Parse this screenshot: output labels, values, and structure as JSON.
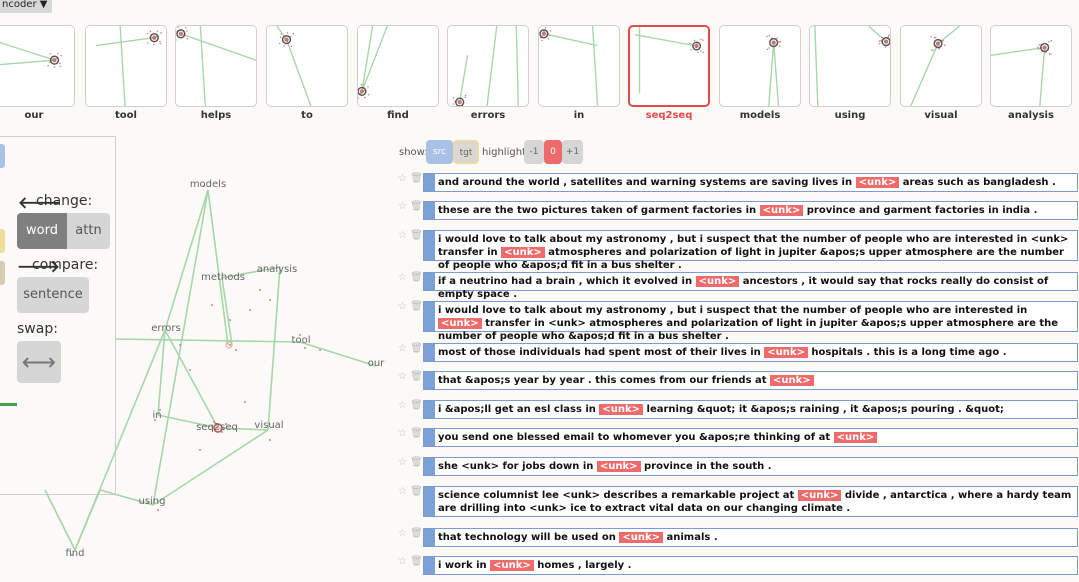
{
  "mode_select": {
    "label": "ncoder ▼"
  },
  "thumbnails": [
    {
      "label": "our",
      "selected": false
    },
    {
      "label": "tool",
      "selected": false
    },
    {
      "label": "helps",
      "selected": false
    },
    {
      "label": "to",
      "selected": false
    },
    {
      "label": "find",
      "selected": false
    },
    {
      "label": "errors",
      "selected": false
    },
    {
      "label": "in",
      "selected": false
    },
    {
      "label": "seq2seq",
      "selected": true
    },
    {
      "label": "models",
      "selected": false
    },
    {
      "label": "using",
      "selected": false
    },
    {
      "label": "visual",
      "selected": false
    },
    {
      "label": "analysis",
      "selected": false
    }
  ],
  "controls": {
    "change_label": "change:",
    "change_arrow": "🡐",
    "word_button": "word",
    "attn_button": "attn",
    "compare_label": "compare:",
    "compare_arrow": "🡒",
    "sentence_button": "sentence",
    "swap_label": "swap:",
    "swap_icon": "⟷"
  },
  "graph_nodes": [
    "models",
    "methods",
    "analysis",
    "errors",
    "tool",
    "our",
    "in",
    "seq2seq",
    "visual",
    "using",
    "find"
  ],
  "toolbar": {
    "show_label": "show:",
    "src_label": "src",
    "tgt_label": "tgt",
    "highlight_label": "highlight:",
    "minus_label": "-1",
    "zero_label": "0",
    "plus_label": "+1"
  },
  "colors": {
    "accent_red": "#ed6b6b",
    "src_blue": "#7da0d6",
    "tgt_yellow": "#f1dd9a",
    "edge_green": "#a6d6a9"
  },
  "sentences": [
    {
      "before": "and around the world , satellites and warning systems are saving lives in",
      "unk": "<unk>",
      "after": "areas such as bangladesh ."
    },
    {
      "before": "these are the two pictures taken of garment factories in",
      "unk": "<unk>",
      "after": "province and garment factories in india ."
    },
    {
      "before": "i would love to talk about my astronomy , but i suspect that the number of people who are interested in <unk> transfer in",
      "unk": "<unk>",
      "after": "atmospheres and polarization of light in jupiter &apos;s upper atmosphere are the number of people who &apos;d fit in a bus shelter ."
    },
    {
      "before": "if a neutrino had a brain , which it evolved in",
      "unk": "<unk>",
      "after": "ancestors , it would say that rocks really do consist of empty space ."
    },
    {
      "before": "i would love to talk about my astronomy , but i suspect that the number of people who are interested in",
      "unk": "<unk>",
      "after": "transfer in <unk> atmospheres and polarization of light in jupiter &apos;s upper atmosphere are the number of people who &apos;d fit in a bus shelter ."
    },
    {
      "before": "most of those individuals had spent most of their lives in",
      "unk": "<unk>",
      "after": "hospitals . this is a long time ago ."
    },
    {
      "before": "that &apos;s year by year . this comes from our friends at",
      "unk": "<unk>",
      "after": ""
    },
    {
      "before": "i &apos;ll get an esl class in",
      "unk": "<unk>",
      "after": "learning &quot; it &apos;s raining , it &apos;s pouring . &quot;"
    },
    {
      "before": "you send one blessed email to whomever you &apos;re thinking of at",
      "unk": "<unk>",
      "after": ""
    },
    {
      "before": "she <unk> for jobs down in",
      "unk": "<unk>",
      "after": "province in the south ."
    },
    {
      "before": "science columnist lee <unk> describes a remarkable project at",
      "unk": "<unk>",
      "after": "divide , antarctica , where a hardy team are drilling into <unk> ice to extract vital data on our changing climate ."
    },
    {
      "before": "that technology will be used on",
      "unk": "<unk>",
      "after": "animals ."
    },
    {
      "before": "i work in",
      "unk": "<unk>",
      "after": "homes , largely ."
    }
  ]
}
